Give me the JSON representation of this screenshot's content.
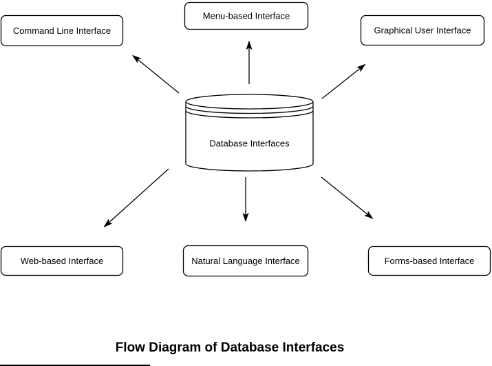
{
  "diagram": {
    "title": "Flow Diagram of Database Interfaces",
    "center_node": {
      "id": "database-interfaces",
      "label": "Database Interfaces",
      "shape": "cylinder"
    },
    "nodes": [
      {
        "id": "command-line",
        "label": "Command Line Interface",
        "position": "top-left"
      },
      {
        "id": "menu-based",
        "label": "Menu-based Interface",
        "position": "top-center"
      },
      {
        "id": "graphical-user",
        "label": "Graphical User Interface",
        "position": "top-right"
      },
      {
        "id": "web-based",
        "label": "Web-based Interface",
        "position": "bottom-left"
      },
      {
        "id": "natural-language",
        "label": "Natural Language Interface",
        "position": "bottom-center"
      },
      {
        "id": "forms-based",
        "label": "Forms-based Interface",
        "position": "bottom-right"
      }
    ],
    "edges": [
      {
        "from": "database-interfaces",
        "to": "command-line",
        "arrow": "outward"
      },
      {
        "from": "database-interfaces",
        "to": "menu-based",
        "arrow": "outward"
      },
      {
        "from": "database-interfaces",
        "to": "graphical-user",
        "arrow": "outward"
      },
      {
        "from": "database-interfaces",
        "to": "web-based",
        "arrow": "outward"
      },
      {
        "from": "database-interfaces",
        "to": "natural-language",
        "arrow": "outward"
      },
      {
        "from": "database-interfaces",
        "to": "forms-based",
        "arrow": "outward"
      }
    ],
    "colors": {
      "stroke": "#000000",
      "fill": "#ffffff",
      "text": "#000000",
      "background": "#ffffff"
    }
  }
}
